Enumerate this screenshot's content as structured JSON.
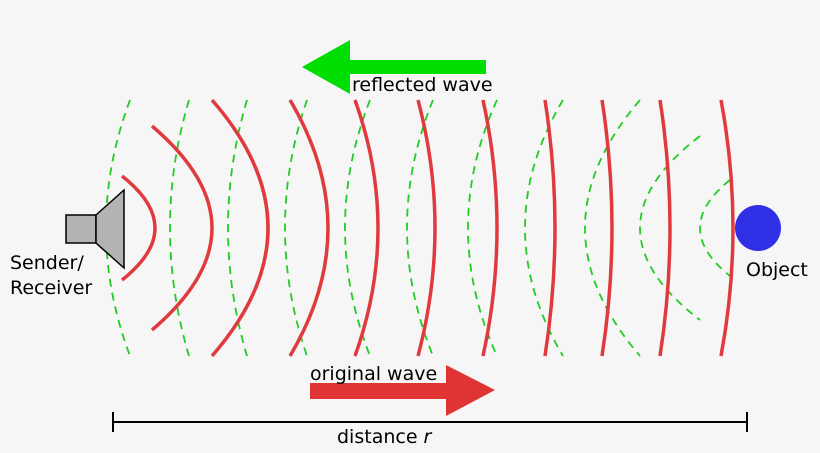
{
  "labels": {
    "reflected": "reflected wave",
    "original": "original wave",
    "sender_line1": "Sender/",
    "sender_line2": "Receiver",
    "object": "Object",
    "distance": "distance",
    "distance_var": "r"
  },
  "colors": {
    "original_wave": "#e03a3e",
    "reflected_wave": "#22cc22",
    "original_arrow": "#e03333",
    "reflected_arrow": "#00dd00",
    "object": "#2f2fe6",
    "speaker": "#b3b3b3",
    "line": "#000000"
  },
  "icons": {
    "sender": "speaker-icon",
    "object": "circle-object"
  }
}
